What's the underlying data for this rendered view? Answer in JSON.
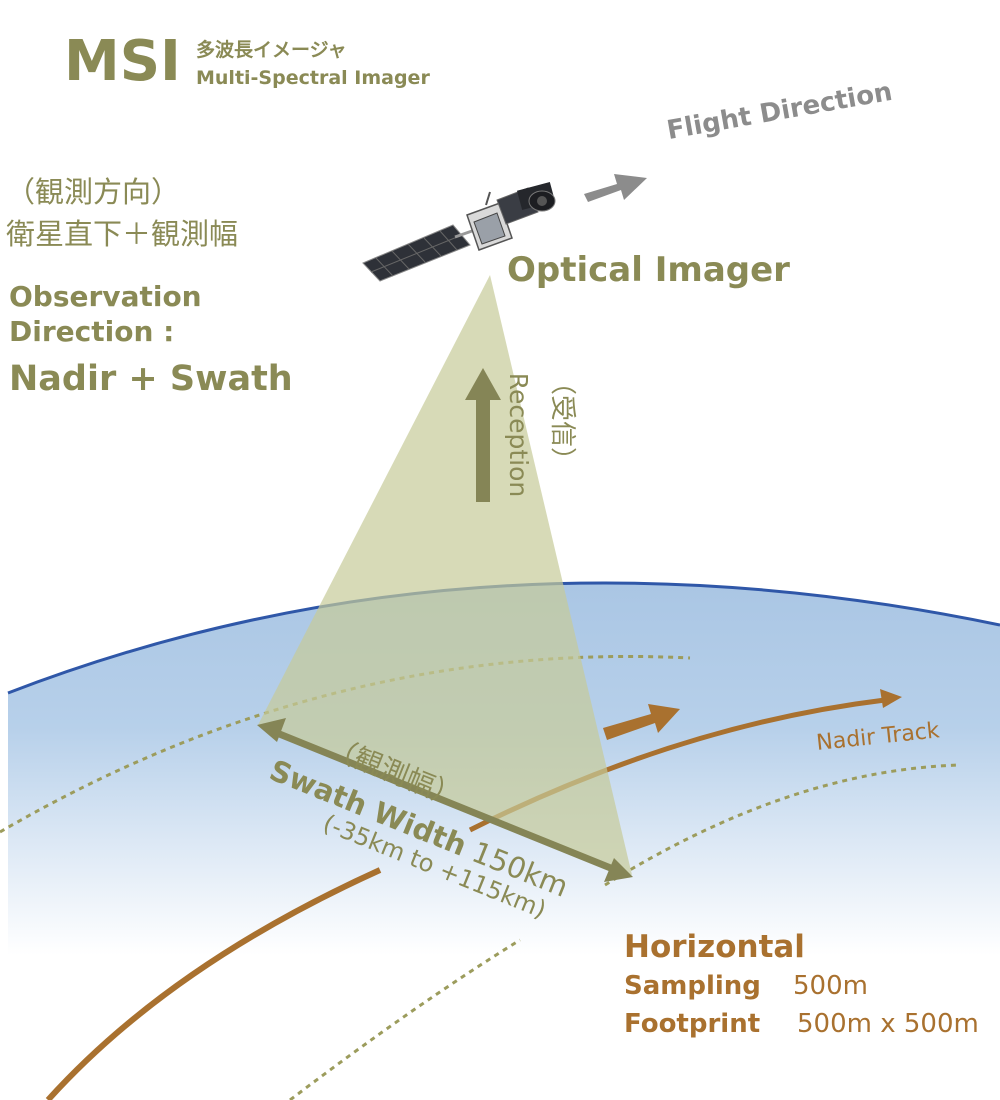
{
  "header": {
    "acronym": "MSI",
    "name_ja": "多波長イメージャ",
    "name_en": "Multi-Spectral Imager"
  },
  "observation": {
    "ja_line1": "（観測方向）",
    "ja_line2": "衛星直下＋観測幅",
    "en_line1": "Observation",
    "en_line2": "Direction :",
    "en_line3": "Nadir + Swath"
  },
  "satellite": {
    "flight_direction": "Flight Direction",
    "instrument": "Optical Imager"
  },
  "reception": {
    "en": "Reception",
    "ja": "（受信）"
  },
  "swath": {
    "ja": "（観測幅）",
    "label": "Swath Width",
    "value": "150km",
    "range": "(-35km to +115km)"
  },
  "nadir_track": "Nadir Track",
  "horizontal": {
    "title": "Horizontal",
    "sampling_label": "Sampling",
    "sampling_value": "500m",
    "footprint_label": "Footprint",
    "footprint_value": "500m x 500m"
  },
  "colors": {
    "olive": "#8a8a55",
    "brown": "#a9712f",
    "earth_blue": "#aecbe6",
    "earth_edge": "#2f57a8",
    "cone": "#cdd1a4",
    "arrow_grey": "#8c8c8c"
  }
}
